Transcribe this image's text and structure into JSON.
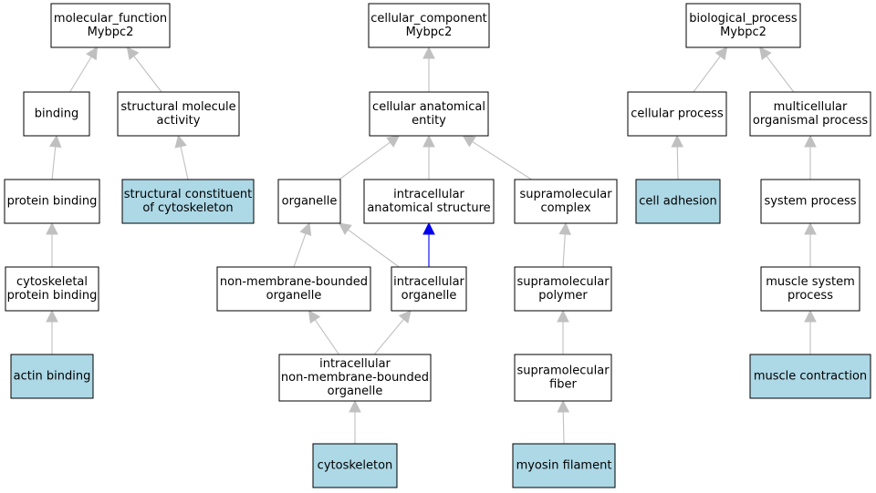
{
  "colors": {
    "background": "#ffffff",
    "node_default": "#ffffff",
    "node_highlight": "#add8e6",
    "node_border": "#000000",
    "edge_default": "#c0c0c0",
    "edge_highlight": "#0000ee"
  },
  "nodes": {
    "mf_root": {
      "lines": [
        "molecular_function",
        "Mybpc2"
      ],
      "highlight": false
    },
    "binding": {
      "lines": [
        "binding"
      ],
      "highlight": false
    },
    "struct_act": {
      "lines": [
        "structural molecule",
        "activity"
      ],
      "highlight": false
    },
    "prot_bind": {
      "lines": [
        "protein binding"
      ],
      "highlight": false
    },
    "struct_cyto": {
      "lines": [
        "structural constituent",
        "of cytoskeleton"
      ],
      "highlight": true
    },
    "cyto_prot": {
      "lines": [
        "cytoskeletal",
        "protein binding"
      ],
      "highlight": false
    },
    "actin": {
      "lines": [
        "actin binding"
      ],
      "highlight": true
    },
    "cc_root": {
      "lines": [
        "cellular_component",
        "Mybpc2"
      ],
      "highlight": false
    },
    "cae": {
      "lines": [
        "cellular anatomical",
        "entity"
      ],
      "highlight": false
    },
    "organelle": {
      "lines": [
        "organelle"
      ],
      "highlight": false
    },
    "ias": {
      "lines": [
        "intracellular",
        "anatomical structure"
      ],
      "highlight": false
    },
    "supra_cx": {
      "lines": [
        "supramolecular",
        "complex"
      ],
      "highlight": false
    },
    "nmbo": {
      "lines": [
        "non-membrane-bounded",
        "organelle"
      ],
      "highlight": false
    },
    "io": {
      "lines": [
        "intracellular",
        "organelle"
      ],
      "highlight": false
    },
    "supra_poly": {
      "lines": [
        "supramolecular",
        "polymer"
      ],
      "highlight": false
    },
    "inmbo": {
      "lines": [
        "intracellular",
        "non-membrane-bounded",
        "organelle"
      ],
      "highlight": false
    },
    "supra_fib": {
      "lines": [
        "supramolecular",
        "fiber"
      ],
      "highlight": false
    },
    "cytoskel": {
      "lines": [
        "cytoskeleton"
      ],
      "highlight": true
    },
    "myosin": {
      "lines": [
        "myosin filament"
      ],
      "highlight": true
    },
    "bp_root": {
      "lines": [
        "biological_process",
        "Mybpc2"
      ],
      "highlight": false
    },
    "cell_proc": {
      "lines": [
        "cellular process"
      ],
      "highlight": false
    },
    "multi_proc": {
      "lines": [
        "multicellular",
        "organismal process"
      ],
      "highlight": false
    },
    "adhesion": {
      "lines": [
        "cell adhesion"
      ],
      "highlight": true
    },
    "sys_proc": {
      "lines": [
        "system process"
      ],
      "highlight": false
    },
    "musc_sys": {
      "lines": [
        "muscle system",
        "process"
      ],
      "highlight": false
    },
    "musc_con": {
      "lines": [
        "muscle contraction"
      ],
      "highlight": true
    }
  },
  "edges": [
    {
      "from": "binding",
      "to": "mf_root",
      "type": "is_a"
    },
    {
      "from": "struct_act",
      "to": "mf_root",
      "type": "is_a"
    },
    {
      "from": "prot_bind",
      "to": "binding",
      "type": "is_a"
    },
    {
      "from": "struct_cyto",
      "to": "struct_act",
      "type": "is_a"
    },
    {
      "from": "cyto_prot",
      "to": "prot_bind",
      "type": "is_a"
    },
    {
      "from": "actin",
      "to": "cyto_prot",
      "type": "is_a"
    },
    {
      "from": "cae",
      "to": "cc_root",
      "type": "is_a"
    },
    {
      "from": "organelle",
      "to": "cae",
      "type": "is_a"
    },
    {
      "from": "ias",
      "to": "cae",
      "type": "is_a"
    },
    {
      "from": "supra_cx",
      "to": "cae",
      "type": "is_a"
    },
    {
      "from": "nmbo",
      "to": "organelle",
      "type": "is_a"
    },
    {
      "from": "io",
      "to": "organelle",
      "type": "is_a"
    },
    {
      "from": "io",
      "to": "ias",
      "type": "part_of"
    },
    {
      "from": "supra_poly",
      "to": "supra_cx",
      "type": "is_a"
    },
    {
      "from": "inmbo",
      "to": "nmbo",
      "type": "is_a"
    },
    {
      "from": "inmbo",
      "to": "io",
      "type": "is_a"
    },
    {
      "from": "supra_fib",
      "to": "supra_poly",
      "type": "is_a"
    },
    {
      "from": "cytoskel",
      "to": "inmbo",
      "type": "is_a"
    },
    {
      "from": "myosin",
      "to": "supra_fib",
      "type": "is_a"
    },
    {
      "from": "cell_proc",
      "to": "bp_root",
      "type": "is_a"
    },
    {
      "from": "multi_proc",
      "to": "bp_root",
      "type": "is_a"
    },
    {
      "from": "adhesion",
      "to": "cell_proc",
      "type": "is_a"
    },
    {
      "from": "sys_proc",
      "to": "multi_proc",
      "type": "is_a"
    },
    {
      "from": "musc_sys",
      "to": "sys_proc",
      "type": "is_a"
    },
    {
      "from": "musc_con",
      "to": "musc_sys",
      "type": "is_a"
    }
  ]
}
